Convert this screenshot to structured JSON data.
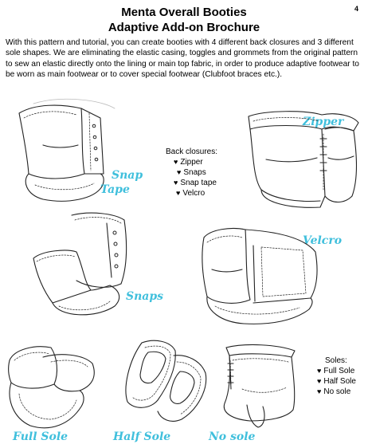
{
  "page_number": "4",
  "title_line1": "Menta Overall Booties",
  "title_line2": "Adaptive Add-on Brochure",
  "intro": "With this pattern and tutorial, you can create booties with 4 different back closures and 3 different sole shapes. We are eliminating the elastic casing, toggles and grommets from the original pattern to sew an elastic directly onto the lining or main top fabric, in order to produce adaptive footwear to be worn as main footwear or to cover special footwear (Clubfoot braces etc.).",
  "back_closures": {
    "heading": "Back closures:",
    "items": [
      "Zipper",
      "Snaps",
      "Snap tape",
      "Velcro"
    ]
  },
  "soles": {
    "heading": "Soles:",
    "items": [
      "Full Sole",
      "Half Sole",
      "No sole"
    ]
  },
  "labels": {
    "snap_tape_1": "Snap",
    "snap_tape_2": "Tape",
    "zipper": "Zipper",
    "snaps": "Snaps",
    "velcro": "Velcro",
    "full_sole": "Full Sole",
    "half_sole": "Half Sole",
    "no_sole": "No sole"
  },
  "bullet_glyph": "♥",
  "accent_color": "#3fbfdc"
}
